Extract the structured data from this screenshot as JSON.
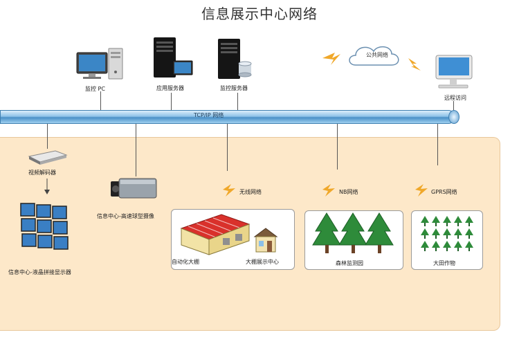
{
  "title": "信息展示中心网络",
  "bus_label": "TCP/IP 网络",
  "top_nodes": {
    "monitor_pc": "监控 PC",
    "app_server": "应用服务器",
    "monitor_server": "监控服务器",
    "public_network": "公共网络",
    "remote_access": "远程访问"
  },
  "bottom_nodes": {
    "video_decoder": "视频解码器",
    "display_wall": "信息中心-液晶拼接显示器",
    "ptz_camera": "信息中心-高速球型摄像",
    "wireless_net": "无线网络",
    "nb_net": "NB网络",
    "gprs_net": "GPRS网络",
    "greenhouse_auto": "自动化大棚",
    "greenhouse_center": "大棚展示中心",
    "forest_monitor": "森林监测园",
    "field_crops": "大田作物"
  },
  "colors": {
    "bus": "#4a90c7",
    "panel": "#fde8c9",
    "lightning": "#f0a82a",
    "tree": "#2e8b3a",
    "roof": "#d9312b"
  }
}
